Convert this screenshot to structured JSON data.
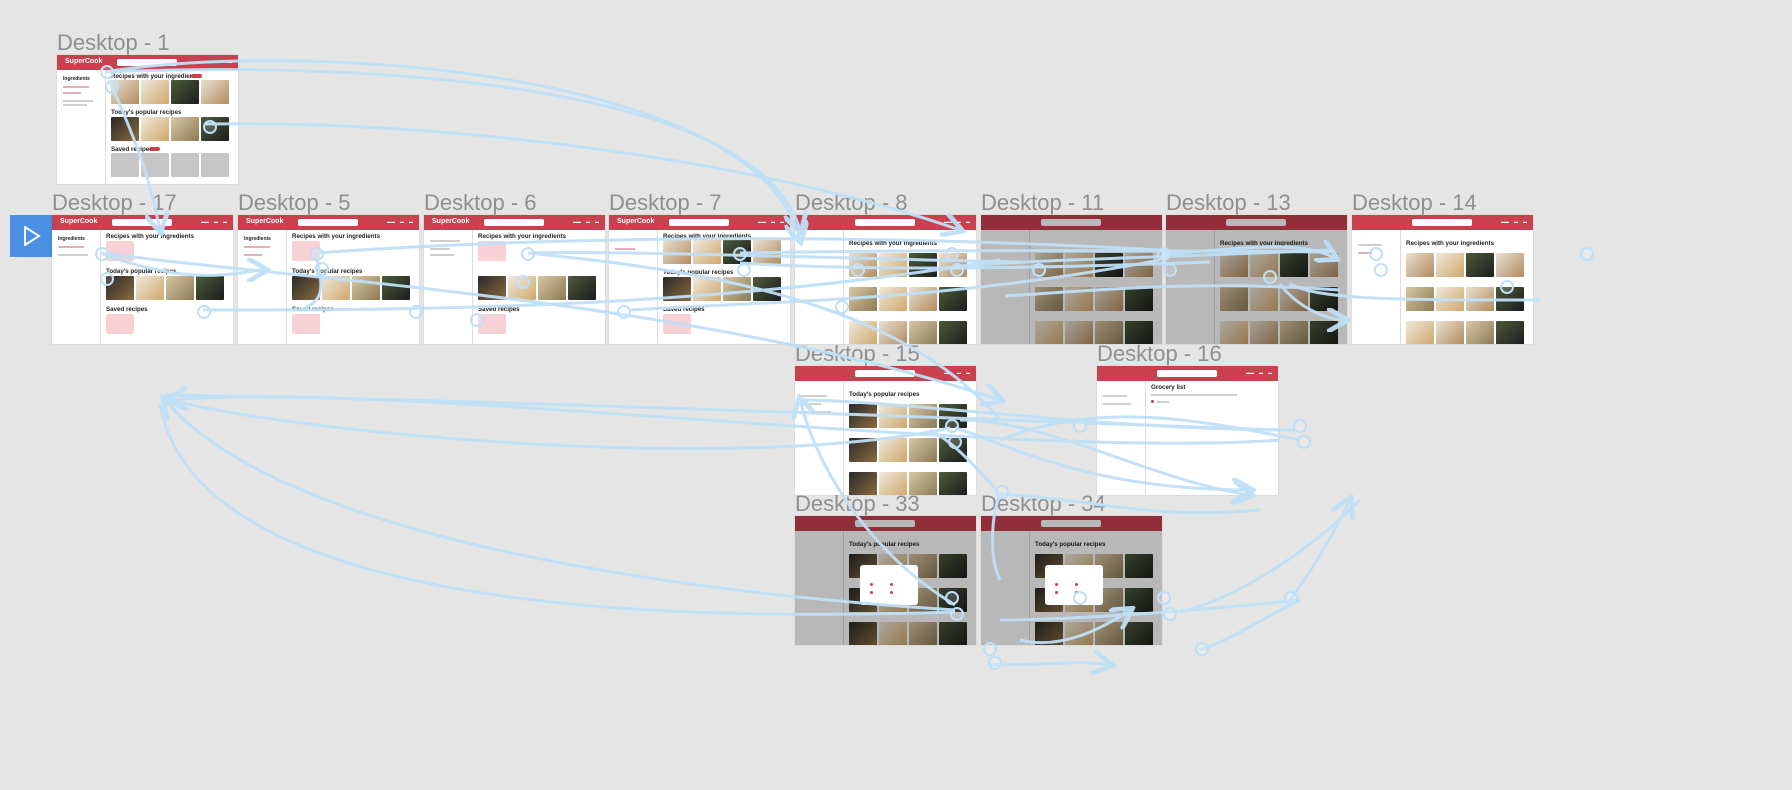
{
  "prototype_button": {
    "icon": "play-icon"
  },
  "frames": [
    {
      "id": "desktop-1",
      "label": "Desktop - 1",
      "logo": "SuperCook",
      "sidebar_title": "Ingredients",
      "sections": [
        "Recipes with your ingredients",
        "Today's popular recipes",
        "Saved recipes"
      ]
    },
    {
      "id": "desktop-17",
      "label": "Desktop - 17",
      "logo": "SuperCook",
      "sidebar_title": "Ingredients",
      "sections": [
        "Recipes with your ingredients",
        "Today's popular recipes",
        "Saved recipes"
      ]
    },
    {
      "id": "desktop-5",
      "label": "Desktop - 5",
      "logo": "SuperCook",
      "sidebar_title": "Ingredients",
      "sections": [
        "Recipes with your ingredients",
        "Today's popular recipes",
        "Saved recipes"
      ]
    },
    {
      "id": "desktop-6",
      "label": "Desktop - 6",
      "logo": "SuperCook",
      "sections": [
        "Recipes with your ingredients",
        "Saved recipes"
      ]
    },
    {
      "id": "desktop-7",
      "label": "Desktop - 7",
      "logo": "SuperCook",
      "sections": [
        "Recipes with your ingredients",
        "Today's popular recipes",
        "Saved recipes"
      ]
    },
    {
      "id": "desktop-8",
      "label": "Desktop - 8",
      "sections": [
        "Recipes with your ingredients"
      ]
    },
    {
      "id": "desktop-11",
      "label": "Desktop - 11"
    },
    {
      "id": "desktop-13",
      "label": "Desktop - 13",
      "sections": [
        "Recipes with your ingredients"
      ]
    },
    {
      "id": "desktop-14",
      "label": "Desktop - 14",
      "sections": [
        "Recipes with your ingredients"
      ]
    },
    {
      "id": "desktop-15",
      "label": "Desktop - 15",
      "sections": [
        "Today's popular recipes"
      ]
    },
    {
      "id": "desktop-16",
      "label": "Desktop - 16",
      "sections": [
        "Grocery list"
      ]
    },
    {
      "id": "desktop-33",
      "label": "Desktop - 33",
      "sections": [
        "Today's popular recipes"
      ]
    },
    {
      "id": "desktop-34",
      "label": "Desktop - 34",
      "sections": [
        "Today's popular recipes"
      ]
    }
  ],
  "colors": {
    "canvas": "#e5e5e5",
    "brand": "#c9414f",
    "wire": "#bfe0f7",
    "play": "#4a90e2"
  }
}
